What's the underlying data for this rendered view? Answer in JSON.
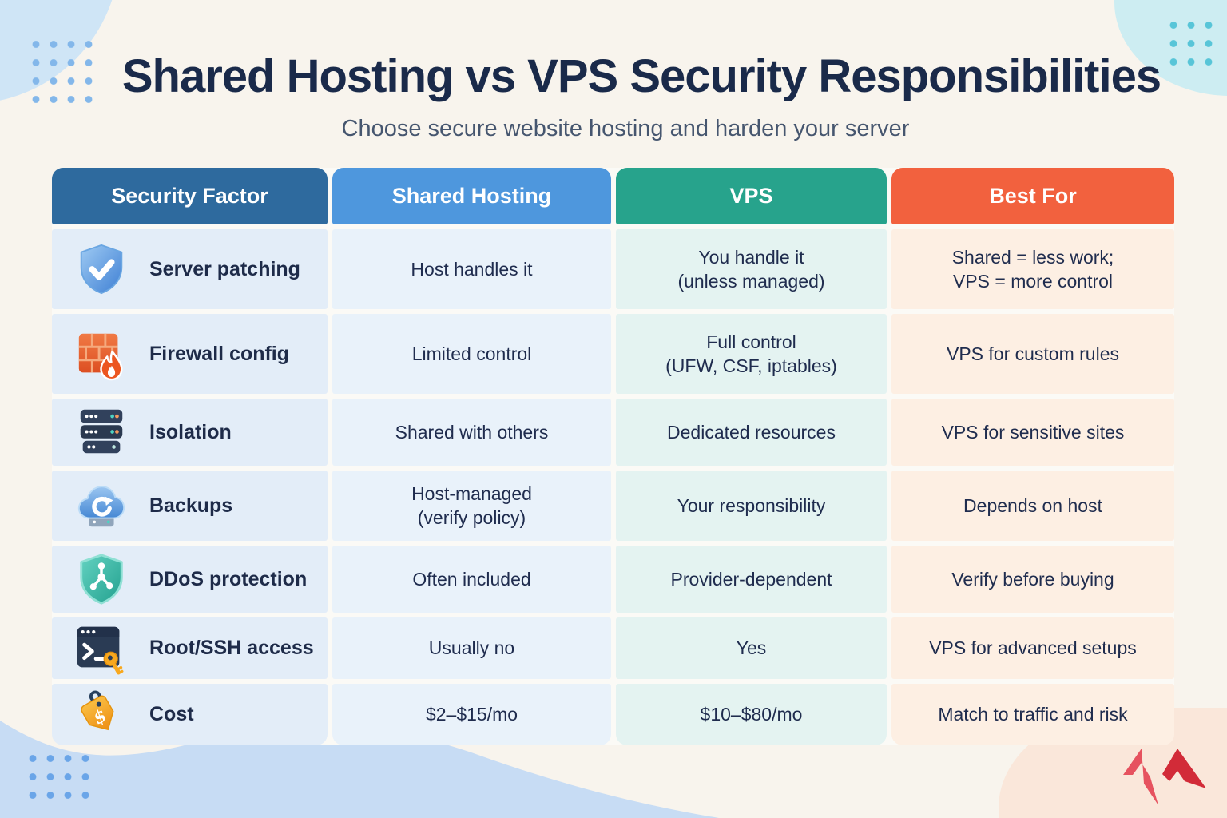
{
  "page": {
    "title": "Shared Hosting vs VPS Security Responsibilities",
    "subtitle": "Choose secure website hosting and harden your server"
  },
  "table": {
    "headers": [
      {
        "label": "Security Factor",
        "color": "#2e6a9e"
      },
      {
        "label": "Shared Hosting",
        "color": "#4e97dd"
      },
      {
        "label": "VPS",
        "color": "#27a38c"
      },
      {
        "label": "Best For",
        "color": "#f2613e"
      }
    ],
    "rows": [
      {
        "icon": "shield-check-icon",
        "factor": "Server patching",
        "shared_hosting": "Host handles it",
        "vps": "You handle it\n(unless managed)",
        "best_for": "Shared = less work;\nVPS = more control"
      },
      {
        "icon": "firewall-icon",
        "factor": "Firewall config",
        "shared_hosting": "Limited control",
        "vps": "Full control\n(UFW, CSF, iptables)",
        "best_for": "VPS for custom rules"
      },
      {
        "icon": "server-stack-icon",
        "factor": "Isolation",
        "shared_hosting": "Shared with others",
        "vps": "Dedicated resources",
        "best_for": "VPS for sensitive sites"
      },
      {
        "icon": "cloud-backup-icon",
        "factor": "Backups",
        "shared_hosting": "Host-managed\n(verify policy)",
        "vps": "Your responsibility",
        "best_for": "Depends on host"
      },
      {
        "icon": "ddos-shield-icon",
        "factor": "DDoS protection",
        "shared_hosting": "Often included",
        "vps": "Provider-dependent",
        "best_for": "Verify before buying"
      },
      {
        "icon": "terminal-key-icon",
        "factor": "Root/SSH access",
        "shared_hosting": "Usually no",
        "vps": "Yes",
        "best_for": "VPS for advanced setups"
      },
      {
        "icon": "price-tag-icon",
        "factor": "Cost",
        "shared_hosting": "$2–$15/mo",
        "vps": "$10–$80/mo",
        "best_for": "Match to traffic and risk"
      }
    ]
  },
  "colors": {
    "background": "#f8f4ed",
    "title_text": "#1a2a4a",
    "subtitle_text": "#46566f",
    "cell_text": "#1f2c4e",
    "factor_column_bg": "#e3edf8",
    "shared_column_bg": "#e9f2fa",
    "vps_column_bg": "#e4f3f1",
    "best_for_column_bg": "#fdefe3",
    "logo_red_light": "#e6525f",
    "logo_red_dark": "#d22b38"
  },
  "branding": {
    "logo": "red-m-logo"
  }
}
